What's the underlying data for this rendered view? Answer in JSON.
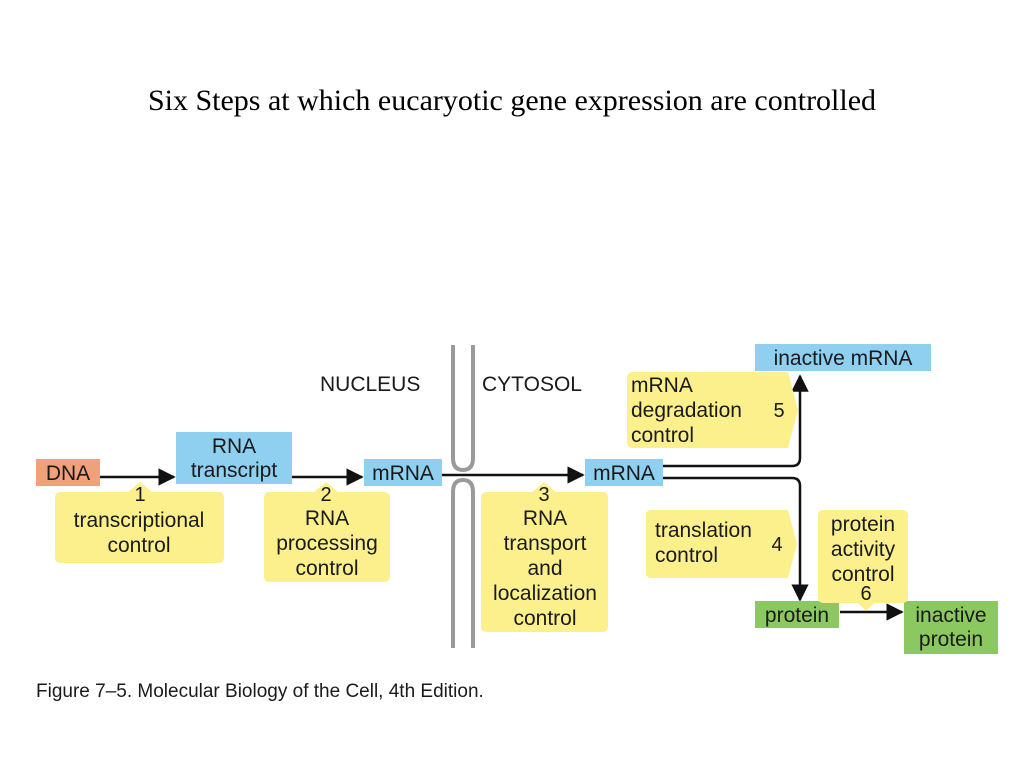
{
  "title": "Six Steps at which eucaryotic gene expression are controlled",
  "regions": {
    "nucleus": "NUCLEUS",
    "cytosol": "CYTOSOL"
  },
  "boxes": {
    "dna": "DNA",
    "rna_transcript": [
      "RNA",
      "transcript"
    ],
    "mrna_nucleus": "mRNA",
    "mrna_cytosol": "mRNA",
    "inactive_mrna": "inactive mRNA",
    "protein": "protein",
    "inactive_protein": [
      "inactive",
      "protein"
    ]
  },
  "steps": [
    {
      "number": "1",
      "lines": [
        "transcriptional",
        "control"
      ]
    },
    {
      "number": "2",
      "lines": [
        "RNA",
        "processing",
        "control"
      ]
    },
    {
      "number": "3",
      "lines": [
        "RNA",
        "transport",
        "and",
        "localization",
        "control"
      ]
    },
    {
      "number": "4",
      "lines": [
        "translation",
        "control"
      ]
    },
    {
      "number": "5",
      "lines": [
        "mRNA",
        "degradation",
        "control"
      ]
    },
    {
      "number": "6",
      "lines": [
        "protein",
        "activity",
        "control"
      ]
    }
  ],
  "caption": "Figure 7–5. Molecular Biology of the Cell, 4th Edition.",
  "colors": {
    "dna": "#f0a07a",
    "rna": "#8fcff0",
    "protein": "#8cc860",
    "step_label": "#fbf08c",
    "arrow": "#111111",
    "membrane": "#9a9a9a"
  }
}
